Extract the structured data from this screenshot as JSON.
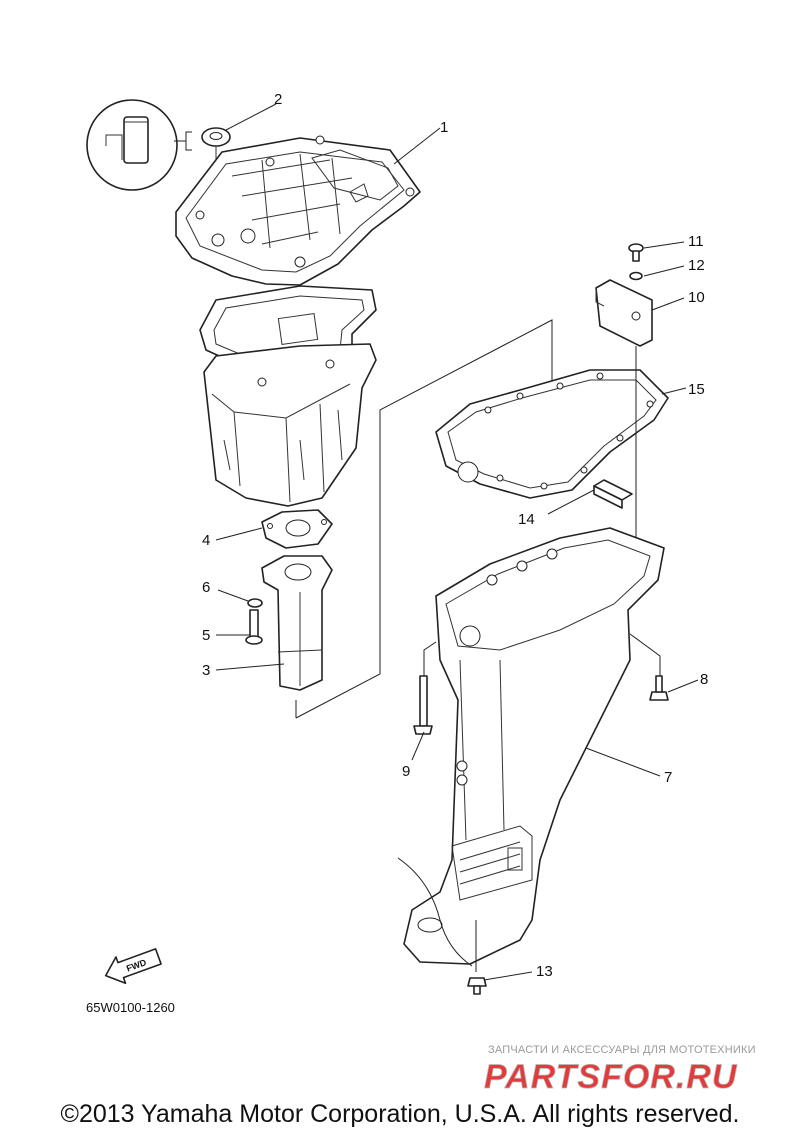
{
  "callouts": [
    {
      "id": "1",
      "label": "1"
    },
    {
      "id": "2",
      "label": "2"
    },
    {
      "id": "3",
      "label": "3"
    },
    {
      "id": "4",
      "label": "4"
    },
    {
      "id": "5",
      "label": "5"
    },
    {
      "id": "6",
      "label": "6"
    },
    {
      "id": "7",
      "label": "7"
    },
    {
      "id": "8",
      "label": "8"
    },
    {
      "id": "9",
      "label": "9"
    },
    {
      "id": "10",
      "label": "10"
    },
    {
      "id": "11",
      "label": "11"
    },
    {
      "id": "12",
      "label": "12"
    },
    {
      "id": "13",
      "label": "13"
    },
    {
      "id": "14",
      "label": "14"
    },
    {
      "id": "15",
      "label": "15"
    }
  ],
  "fwd_label": "FWD",
  "diagram_code": "65W0100-1260",
  "watermark": {
    "tagline": "ЗАПЧАСТИ И АКСЕССУАРЫ ДЛЯ МОТОТЕХНИКИ",
    "logo": "PARTSFOR.RU",
    "colors": {
      "red": "#e23b3b",
      "gray": "#b9b9b9"
    }
  },
  "copyright": "©2013 Yamaha Motor Corporation, U.S.A. All rights reserved."
}
